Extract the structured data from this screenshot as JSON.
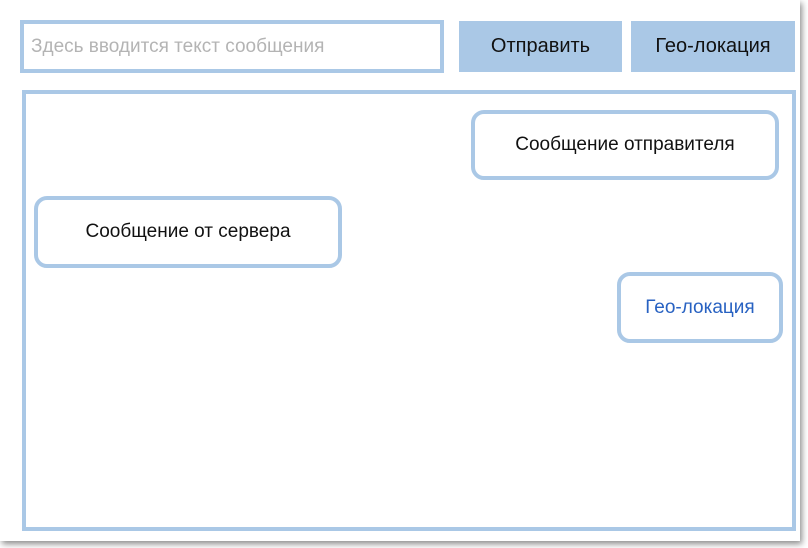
{
  "composer": {
    "input_value": "",
    "input_placeholder": "Здесь вводится текст сообщения",
    "send_label": "Отправить",
    "geo_label": "Гео-локация"
  },
  "messages": [
    {
      "role": "sender",
      "text": "Сообщение отправителя"
    },
    {
      "role": "server",
      "text": "Сообщение от сервера"
    },
    {
      "role": "geo",
      "text": "Гео-локация"
    }
  ],
  "colors": {
    "accent": "#aac8e6",
    "link": "#2862c2",
    "placeholder": "#b4b4b4"
  }
}
